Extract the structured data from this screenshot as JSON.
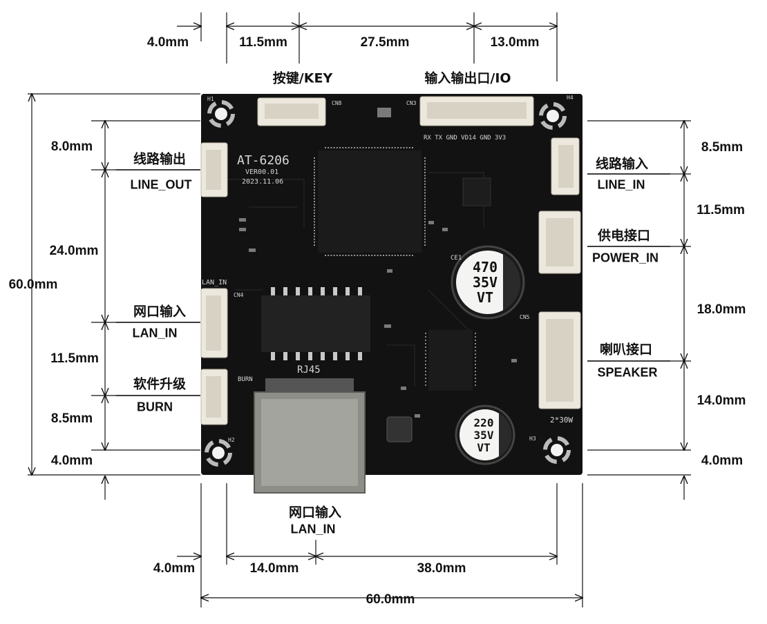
{
  "dimensions": {
    "top": [
      "4.0mm",
      "11.5mm",
      "27.5mm",
      "13.0mm"
    ],
    "left": [
      "8.0mm",
      "24.0mm",
      "11.5mm",
      "8.5mm",
      "4.0mm"
    ],
    "left_total": "60.0mm",
    "right": [
      "8.5mm",
      "11.5mm",
      "18.0mm",
      "14.0mm",
      "4.0mm"
    ],
    "bottom": [
      "4.0mm",
      "14.0mm",
      "38.0mm"
    ],
    "bottom_total": "60.0mm"
  },
  "connectors": {
    "key": {
      "cn": "按键",
      "en": "KEY",
      "full": "按键/KEY"
    },
    "io": {
      "cn": "输入输出口",
      "en": "IO",
      "full": "输入输出口/IO"
    },
    "line_out": {
      "cn": "线路输出",
      "en": "LINE_OUT"
    },
    "lan_in_left": {
      "cn": "网口输入",
      "en": "LAN_IN"
    },
    "burn": {
      "cn": "软件升级",
      "en": "BURN"
    },
    "line_in": {
      "cn": "线路输入",
      "en": "LINE_IN"
    },
    "power_in": {
      "cn": "供电接口",
      "en": "POWER_IN"
    },
    "speaker": {
      "cn": "喇叭接口",
      "en": "SPEAKER"
    },
    "lan_in_bottom": {
      "cn": "网口输入",
      "en": "LAN_IN"
    }
  },
  "board": {
    "model": "AT-6206",
    "version": "VER00.01",
    "date": "2023.11.06",
    "rj45": "RJ45",
    "cap_large": [
      "470",
      "35V",
      "VT"
    ],
    "cap_small": [
      "220",
      "35V",
      "VT"
    ],
    "io_pins": "RX TX GND VD14 GND 3V3",
    "speaker_rating": "2*30W",
    "silk_cn8": "CN8",
    "silk_cn3": "CN3",
    "silk_cn4": "CN4",
    "silk_cn5": "CN5",
    "silk_lan_in": "LAN_IN",
    "silk_burn": "BURN",
    "silk_ce1": "CE1",
    "silk_h1": "H1",
    "silk_h2": "H2",
    "silk_h3": "H3",
    "silk_h4": "H4",
    "colors": {
      "pcb": "#111111",
      "silkscreen": "#d8d8d8",
      "connector": "#ede8dd",
      "rj45": "#8e8e88"
    }
  }
}
